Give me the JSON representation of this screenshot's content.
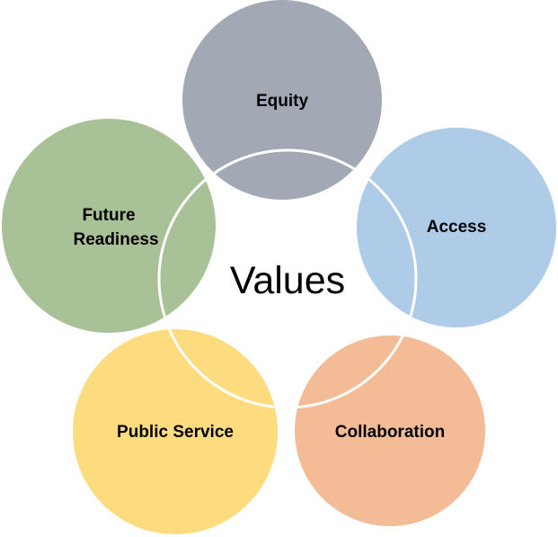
{
  "center_label": "Values",
  "nodes": [
    {
      "label": "Equity",
      "color": "#A2A9B4"
    },
    {
      "label": "Access",
      "color": "#AECBE8"
    },
    {
      "label": "Collaboration",
      "color": "#F4BC96"
    },
    {
      "label": "Public Service",
      "color": "#FDDB7F"
    },
    {
      "label": "Future",
      "label2": "Readiness",
      "color": "#A9C196"
    }
  ],
  "ring_color": "#FFFFFF"
}
